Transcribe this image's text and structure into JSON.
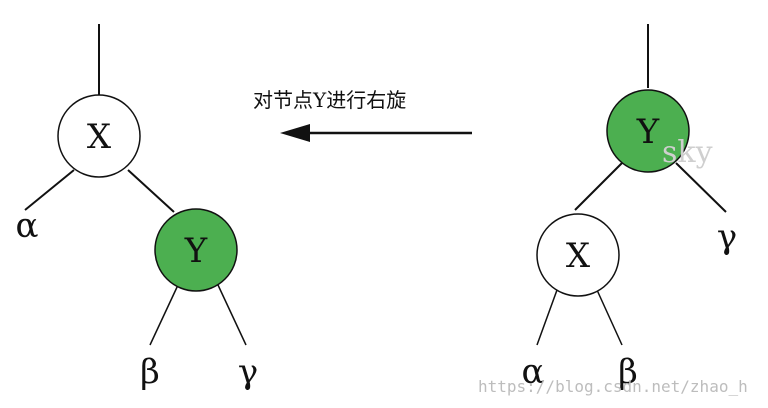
{
  "caption": "对节点Y进行右旋",
  "left_tree": {
    "root": "X",
    "child": "Y",
    "leaf_alpha": "α",
    "leaf_beta": "β",
    "leaf_gamma": "γ"
  },
  "right_tree": {
    "root": "Y",
    "child": "X",
    "leaf_alpha": "α",
    "leaf_beta": "β",
    "leaf_gamma": "γ"
  },
  "watermark_partial": "sky",
  "watermark_url": "https://blog.csdn.net/zhao_h",
  "colors": {
    "green": "#4caf50",
    "white": "#ffffff",
    "stroke": "#111111"
  }
}
